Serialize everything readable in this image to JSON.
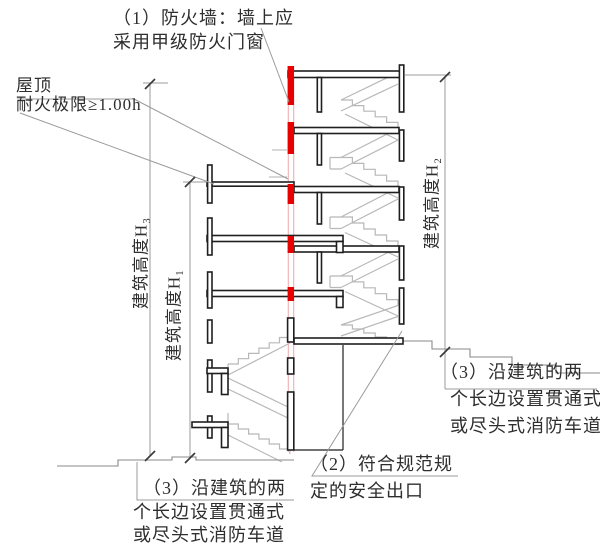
{
  "notes": {
    "note1": {
      "line1": "（1）防火墙：墙上应",
      "line2": "采用甲级防火门窗"
    },
    "roof_note": {
      "line1": "屋顶",
      "line2": "耐火极限≥1.00h"
    },
    "note2": {
      "line1": "（2）符合规范规",
      "line2": "定的安全出口"
    },
    "note3_right": {
      "line1": "（3）沿建筑的两",
      "line2": "个长边设置贯通式",
      "line3": "或尽头式消防车道"
    },
    "note3_left": {
      "line1": "（3）沿建筑的两",
      "line2": "个长边设置贯通式",
      "line3": "或尽头式消防车道"
    }
  },
  "dimensions": {
    "h3_label": "建筑高度H₃",
    "h1_label": "建筑高度H₁",
    "h2_label": "建筑高度H₂"
  },
  "colors": {
    "fire_wall_red": "#e80000",
    "highlight_pink": "#f0b0b0",
    "line_black": "#1f1f1f",
    "line_gray": "#9b9b9b",
    "stair_gray": "#b8b8b8"
  }
}
